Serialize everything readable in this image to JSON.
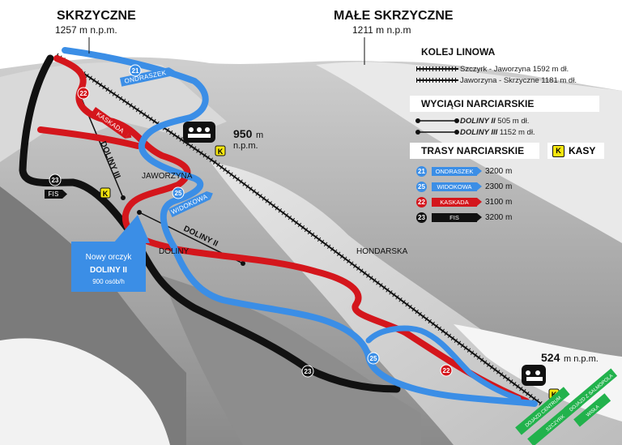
{
  "peaks": {
    "skrzyczne": {
      "name": "SKRZYCZNE",
      "altitude": "1257 m n.p.m."
    },
    "male_skrzyczne": {
      "name": "MAŁE SKRZYCZNE",
      "altitude": "1211 m n.p.m"
    },
    "station_950": {
      "value": "950",
      "unit": "m",
      "suffix": "n.p.m."
    },
    "station_524": {
      "value": "524",
      "unit": "m n.p.m."
    }
  },
  "map_labels": {
    "jaworzyna": "JAWORZYNA",
    "doliny": "DOLINY",
    "hondarska": "HONDARSKA",
    "lift_doliny_ii": "DOLINY II",
    "lift_doliny_iii": "DOLINY III",
    "callout_line1": "Nowy orczyk",
    "callout_line2": "DOLINY II",
    "callout_line3": "900 osób/h",
    "kasa_badge": "K",
    "street_1": "DOJAZD CENTRUM",
    "street_2": "SZCZYRK",
    "street_3": "DOJAZD Z SALMOPOLA",
    "street_4": "WISŁA"
  },
  "map_trails": {
    "t21": {
      "number": "21",
      "name": "ONDRASZEK"
    },
    "t22": {
      "number": "22",
      "name": "KASKADA"
    },
    "t23": {
      "number": "23",
      "name": "FIS"
    },
    "t25": {
      "number": "25",
      "name": "WIDOKOWA"
    }
  },
  "legend": {
    "cable_title": "KOLEJ LINOWA",
    "cable_items": [
      {
        "label": "Szczyrk - Jaworzyna 1592 m dł."
      },
      {
        "label": "Jaworzyna - Skrzyczne 1181 m dł."
      }
    ],
    "lifts_title": "WYCIĄGI NARCIARSKIE",
    "lift_items": [
      {
        "name": "DOLINY II",
        "length": "505 m dł."
      },
      {
        "name": "DOLINY III",
        "length": "1152 m dł."
      }
    ],
    "trails_title": "TRASY NARCIARSKIE",
    "trail_items": [
      {
        "number": "21",
        "name": "ONDRASZEK",
        "length": "3200 m",
        "color": "#3b8ee6"
      },
      {
        "number": "25",
        "name": "WIDOKOWA",
        "length": "2300 m",
        "color": "#3b8ee6"
      },
      {
        "number": "22",
        "name": "KASKADA",
        "length": "3100 m",
        "color": "#d4161c"
      },
      {
        "number": "23",
        "name": "FIS",
        "length": "3200 m",
        "color": "#111111"
      }
    ],
    "kasy_badge": "K",
    "kasy_label": "KASY"
  },
  "colors": {
    "blue_trail": "#3b8ee6",
    "red_trail": "#d4161c",
    "black_trail": "#111111",
    "kasa_yellow": "#f6e60f",
    "road_green": "#22b24c"
  }
}
